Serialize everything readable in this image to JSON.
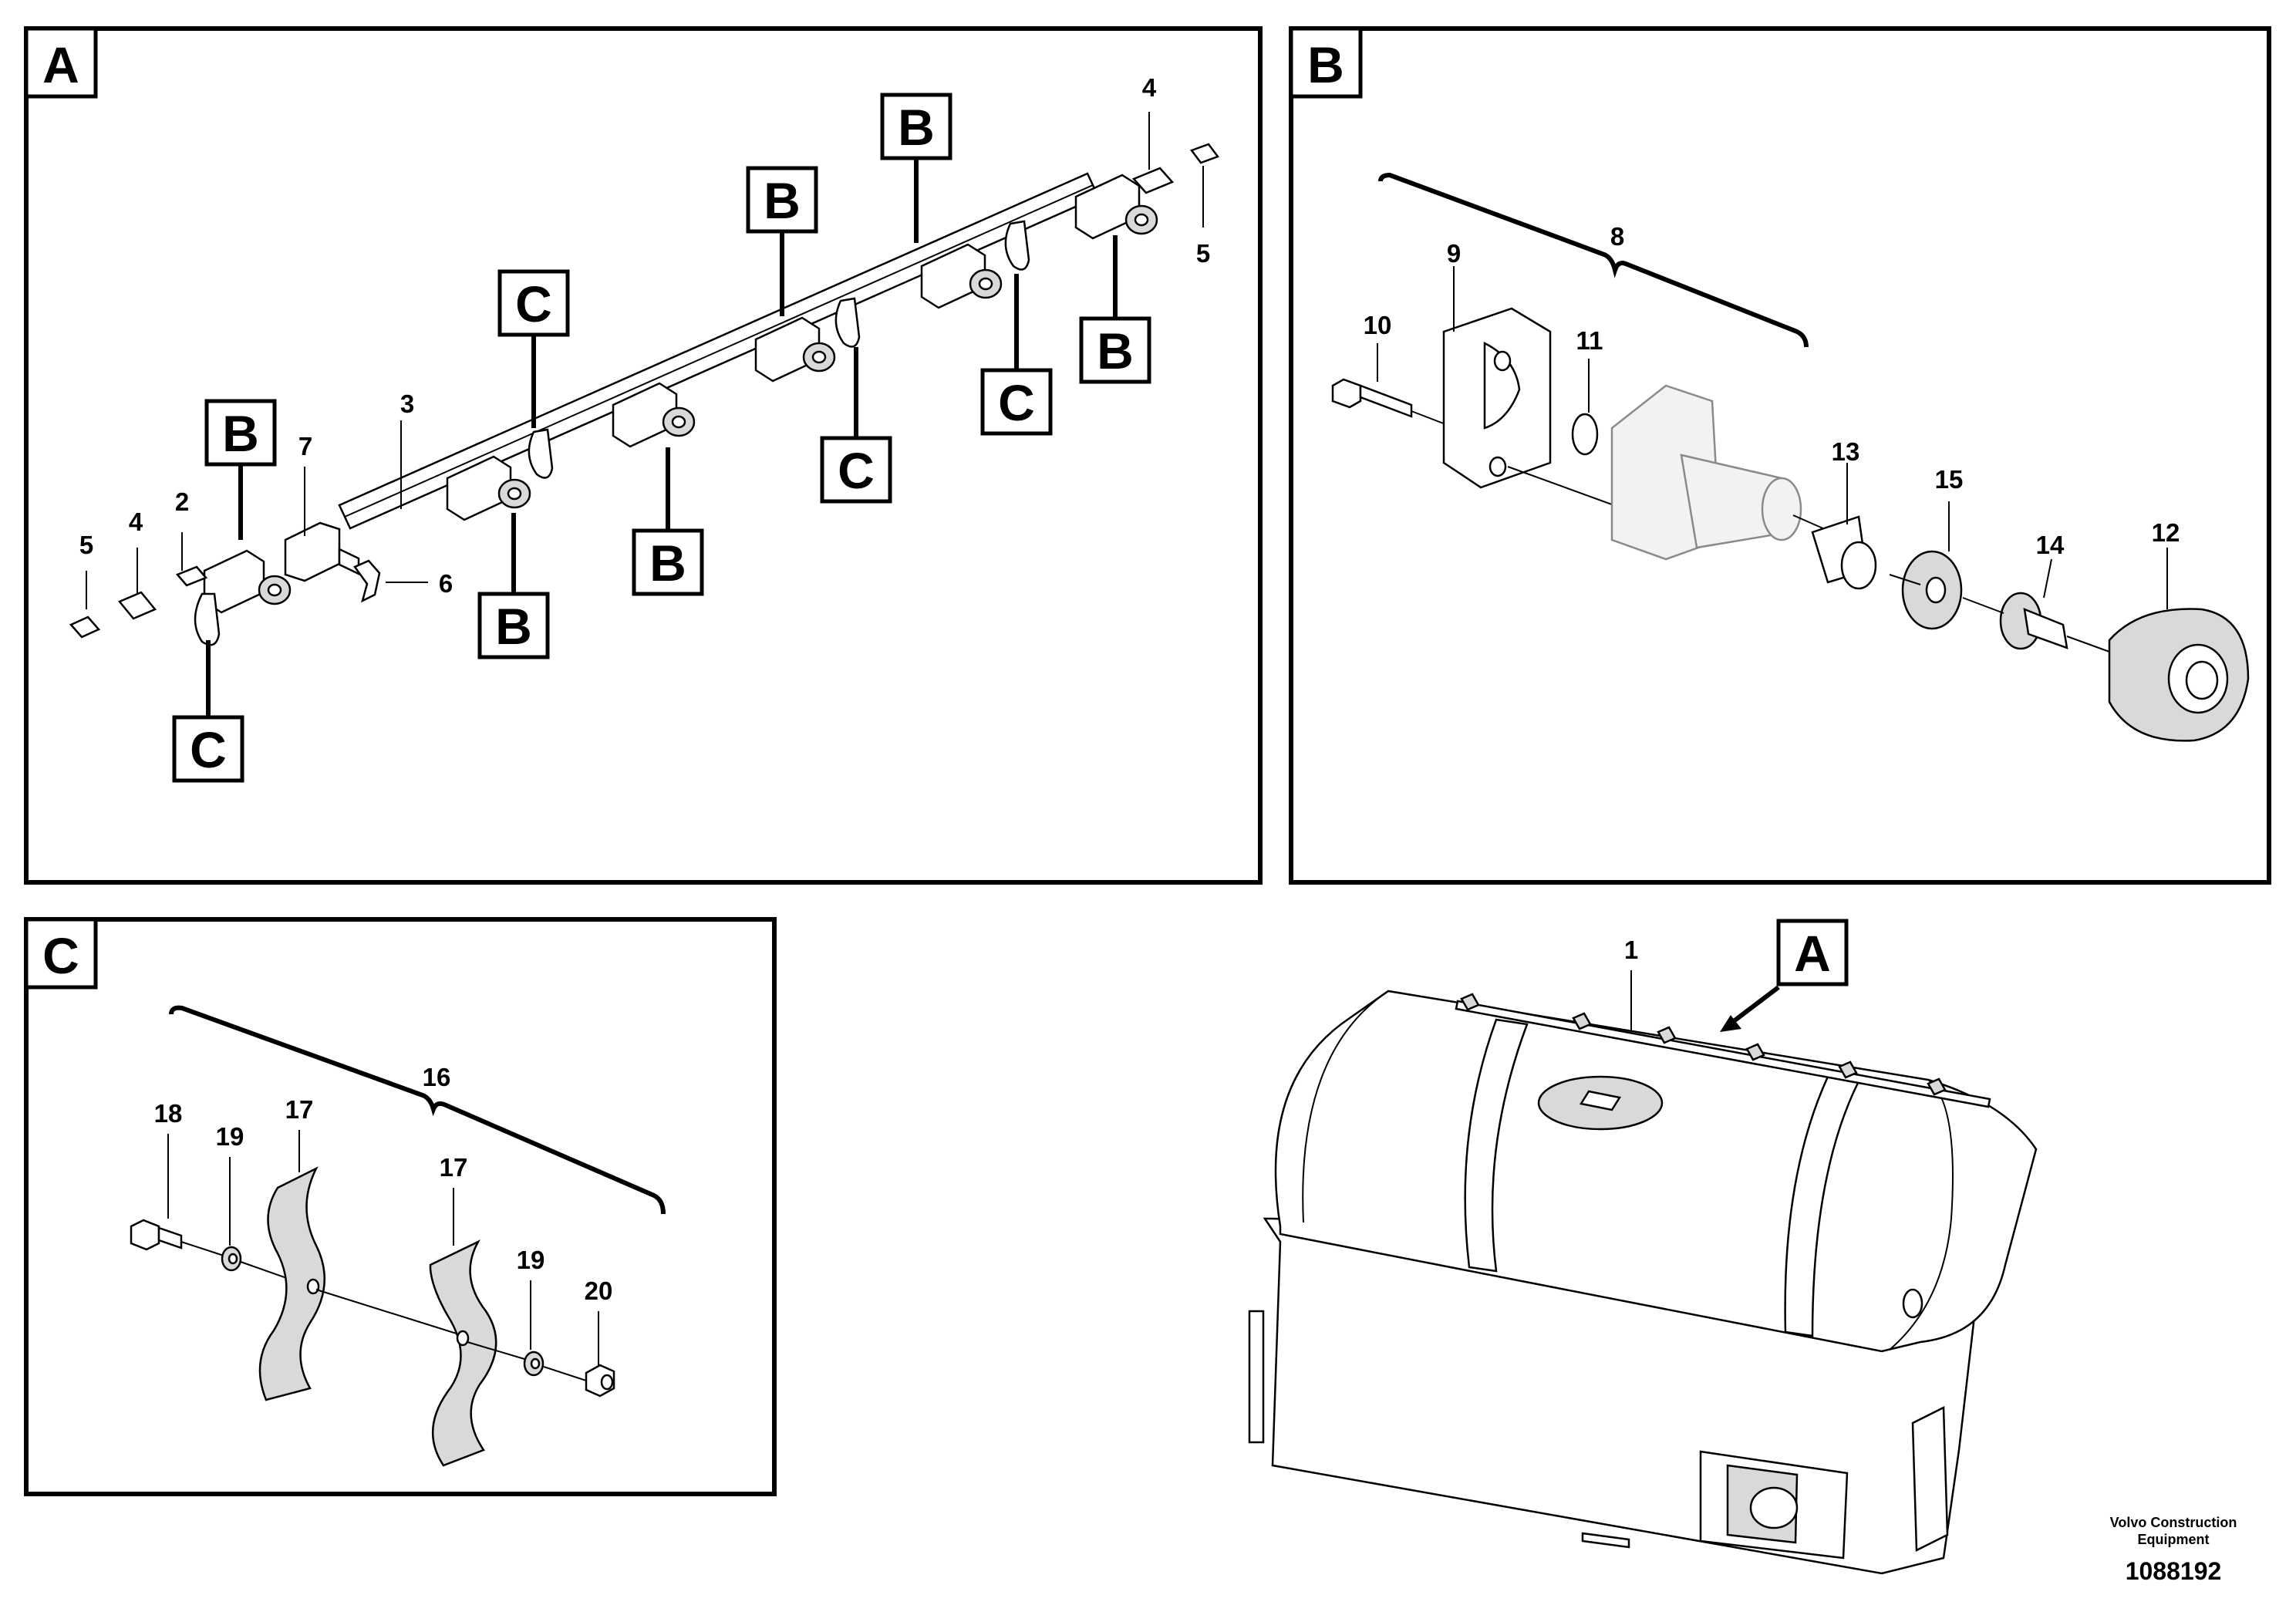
{
  "panels": {
    "A": {
      "label": "A"
    },
    "B": {
      "label": "B"
    },
    "C": {
      "label": "C"
    }
  },
  "ref_labels": {
    "B": "B",
    "C": "C",
    "A": "A"
  },
  "callouts": {
    "c1": "1",
    "c2": "2",
    "c3": "3",
    "c4": "4",
    "c5": "5",
    "c6": "6",
    "c7": "7",
    "c8": "8",
    "c9": "9",
    "c10": "10",
    "c11": "11",
    "c12": "12",
    "c13": "13",
    "c14": "14",
    "c15": "15",
    "c16": "16",
    "c17": "17",
    "c18": "18",
    "c19": "19",
    "c20": "20"
  },
  "footer": {
    "credit_line1": "Volvo Construction",
    "credit_line2": "Equipment",
    "doc_number": "1088192"
  }
}
